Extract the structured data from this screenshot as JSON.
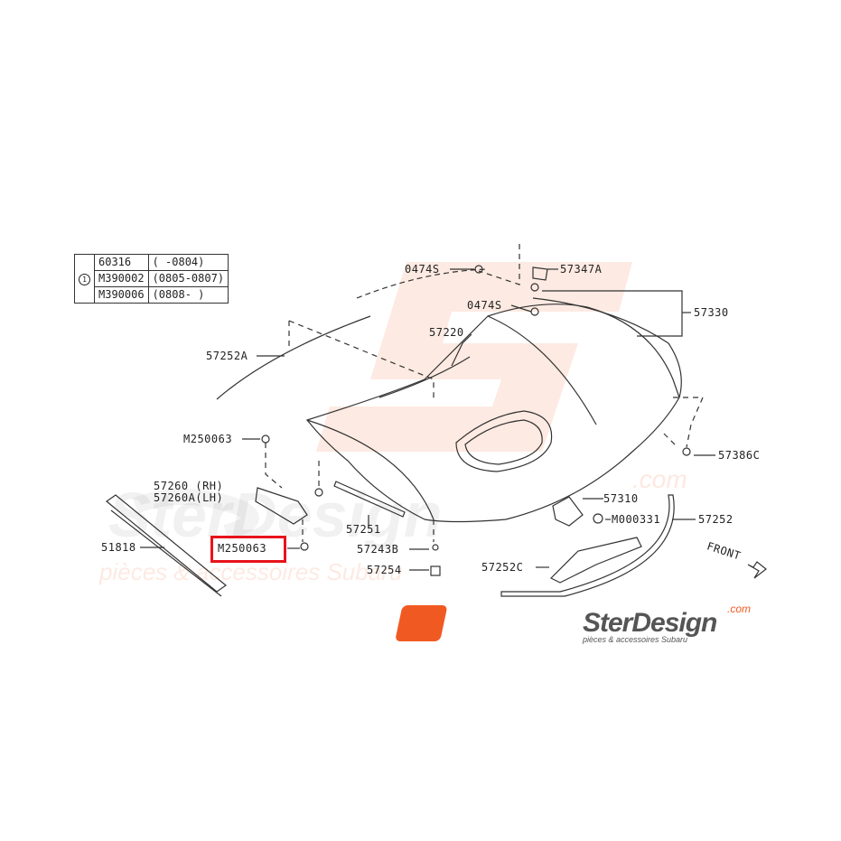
{
  "legend": {
    "marker": "1",
    "rows": [
      {
        "part": "60316",
        "range": "( -0804)"
      },
      {
        "part": "M390002",
        "range": "(0805-0807)"
      },
      {
        "part": "M390006",
        "range": "(0808- )"
      }
    ]
  },
  "callouts": {
    "p0474s_a": "0474S",
    "p57347a": "57347A",
    "p0474s_b": "0474S",
    "p57330": "57330",
    "p57220": "57220",
    "p57252a": "57252A",
    "p57386c": "57386C",
    "p_m250063_top": "M250063",
    "p57260_rh": "57260 (RH)",
    "p57260a_lh": "57260A(LH)",
    "p57310": "57310",
    "p_m000331": "M000331",
    "p57252": "57252",
    "p51818": "51818",
    "p_m250063_hl": "M250063",
    "p57251": "57251",
    "p57243b": "57243B",
    "p57254": "57254",
    "p57252c": "57252C",
    "front": "FRONT"
  },
  "watermark": {
    "domain": ".com",
    "tagline": "pièces & accessoires Subaru",
    "brand": "SterDesign",
    "brand_domain": ".com",
    "brand_tagline": "pièces & accessoires Subaru"
  },
  "colors": {
    "highlight": "#e8131b",
    "brand_orange": "#f05a22",
    "line": "#333333"
  }
}
